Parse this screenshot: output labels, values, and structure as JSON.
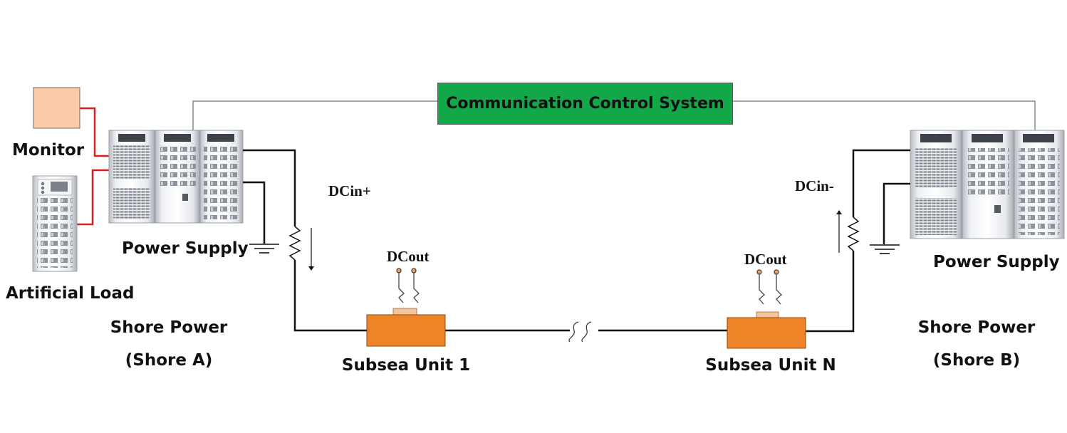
{
  "labels": {
    "communication": "Communication Control System",
    "monitor": "Monitor",
    "artificial_load": "Artificial Load",
    "power_supply_a": "Power Supply",
    "power_supply_b": "Power Supply",
    "shore_a_line1": "Shore Power",
    "shore_a_line2": "(Shore A)",
    "shore_b_line1": "Shore Power",
    "shore_b_line2": "(Shore B)",
    "dcin_plus": "DCin+",
    "dcin_minus": "DCin-",
    "dcout_1": "DCout",
    "dcout_n": "DCout",
    "subsea_1": "Subsea Unit 1",
    "subsea_n": "Subsea Unit N"
  },
  "colors": {
    "comm_box": "#12a84a",
    "monitor_fill": "#f9cba9",
    "subsea_fill": "#ee8427",
    "subsea_cap": "#f5c49c",
    "cable": "#111111",
    "red_link": "#d42020",
    "comm_line": "#8a8a8a"
  }
}
